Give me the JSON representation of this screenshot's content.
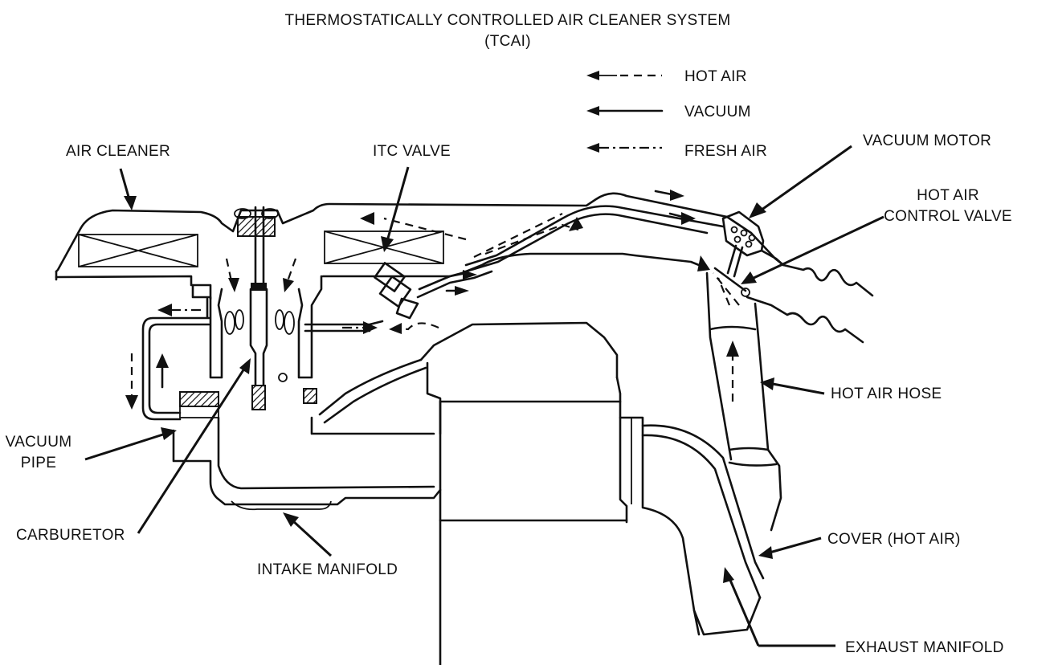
{
  "title": {
    "line1": "THERMOSTATICALLY CONTROLLED AIR CLEANER SYSTEM",
    "line2": "(TCAI)"
  },
  "legend": {
    "hot_air": "HOT AIR",
    "vacuum": "VACUUM",
    "fresh_air": "FRESH AIR"
  },
  "labels": {
    "air_cleaner": "AIR CLEANER",
    "itc_valve": "ITC VALVE",
    "vacuum_motor": "VACUUM MOTOR",
    "hot_air_control_valve_1": "HOT AIR",
    "hot_air_control_valve_2": "CONTROL VALVE",
    "hot_air_hose": "HOT AIR HOSE",
    "vacuum_pipe_1": "VACUUM",
    "vacuum_pipe_2": "PIPE",
    "carburetor": "CARBURETOR",
    "intake_manifold": "INTAKE MANIFOLD",
    "cover_hot_air": "COVER (HOT AIR)",
    "exhaust_manifold": "EXHAUST MANIFOLD"
  }
}
